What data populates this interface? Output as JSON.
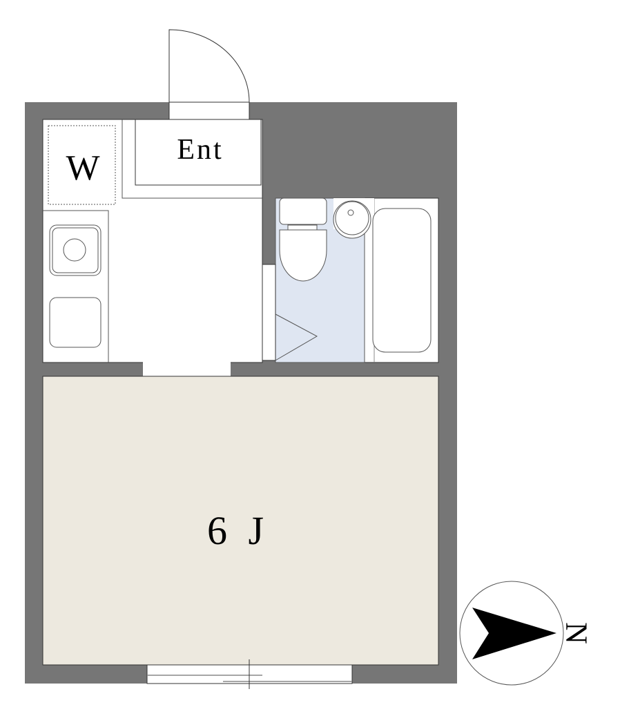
{
  "labels": {
    "washer": "W",
    "entrance": "Ent",
    "room": "6 J",
    "north": "N"
  },
  "colors": {
    "wall": "#767676",
    "room_floor": "#ede9df",
    "bath_floor": "#dfe6f2",
    "line": "#333333"
  }
}
